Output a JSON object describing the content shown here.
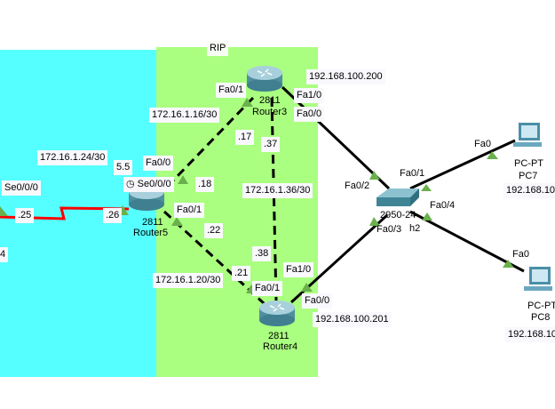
{
  "areas": {
    "rip_label": "RIP",
    "colors": {
      "left_area": "#55ffff",
      "rip_area": "#aaff80",
      "serial_link": "#ff0000",
      "ethernet_link": "#000000",
      "port_up": "#6ab04c"
    }
  },
  "devices": {
    "router3": {
      "model": "2811",
      "name": "Router3",
      "ip": "192.168.100.200"
    },
    "router5": {
      "model": "2811",
      "name": "Router5"
    },
    "router4": {
      "model": "2811",
      "name": "Router4",
      "ip": "192.168.100.201"
    },
    "switch": {
      "model": "2950-24",
      "name_fragment": "h2"
    },
    "pc7": {
      "model": "PC-PT",
      "name": "PC7",
      "ip": "192.168.10"
    },
    "pc8": {
      "model": "PC-PT",
      "name": "PC8",
      "ip": "192.168.10"
    }
  },
  "networks": [
    "172.16.1.16/30",
    "172.16.1.24/30",
    "172.16.1.36/30",
    "172.16.1.20/30"
  ],
  "ports": {
    "r3_fa01": "Fa0/1",
    "r3_fa10": "Fa1/0",
    "r3_fa00": "Fa0/0",
    "r5_fa00": "Fa0/0",
    "r5_se000": "Se0/0/0",
    "r5_fa01": "Fa0/1",
    "r5_partial": "5.5",
    "left_se000": "Se0/0/0",
    "left_partial": "4",
    "r4_fa10": "Fa1/0",
    "r4_fa01": "Fa0/1",
    "r4_fa00": "Fa0/0",
    "sw_fa02": "Fa0/2",
    "sw_fa01": "Fa0/1",
    "sw_fa04": "Fa0/4",
    "sw_fa03": "Fa0/3",
    "pc7_fa0": "Fa0",
    "pc8_fa0": "Fa0"
  },
  "hosts": {
    ".17": ".17",
    ".37": ".37",
    ".18": ".18",
    ".25": ".25",
    ".26": ".26",
    ".22": ".22",
    ".38": ".38",
    ".21": ".21"
  }
}
